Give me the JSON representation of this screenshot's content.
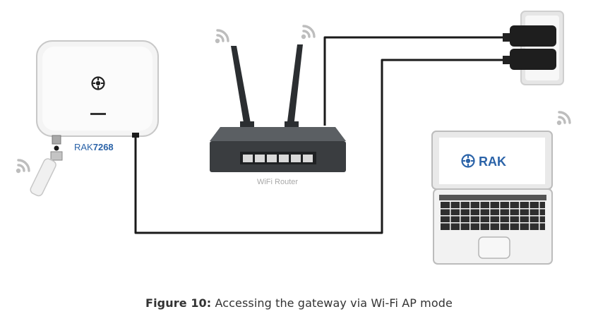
{
  "diagram": {
    "gateway": {
      "model_prefix": "RAK",
      "model_number": "7268"
    },
    "router": {
      "label": "WiFi Router"
    },
    "laptop": {
      "brand": "RAK"
    },
    "colors": {
      "cable": "#1a1a1a",
      "brand_blue": "#2b63a8",
      "device_body": "#f4f4f4",
      "router_body": "#3a3d40",
      "wifi_icon": "#bdbdbd",
      "socket_plate": "#e6e6e6"
    },
    "icons": [
      "wifi-icon",
      "rak-logo-icon",
      "power-adapter-icon",
      "antenna-icon"
    ]
  },
  "caption": {
    "label": "Figure 10:",
    "text": " Accessing the gateway via Wi-Fi AP mode"
  }
}
